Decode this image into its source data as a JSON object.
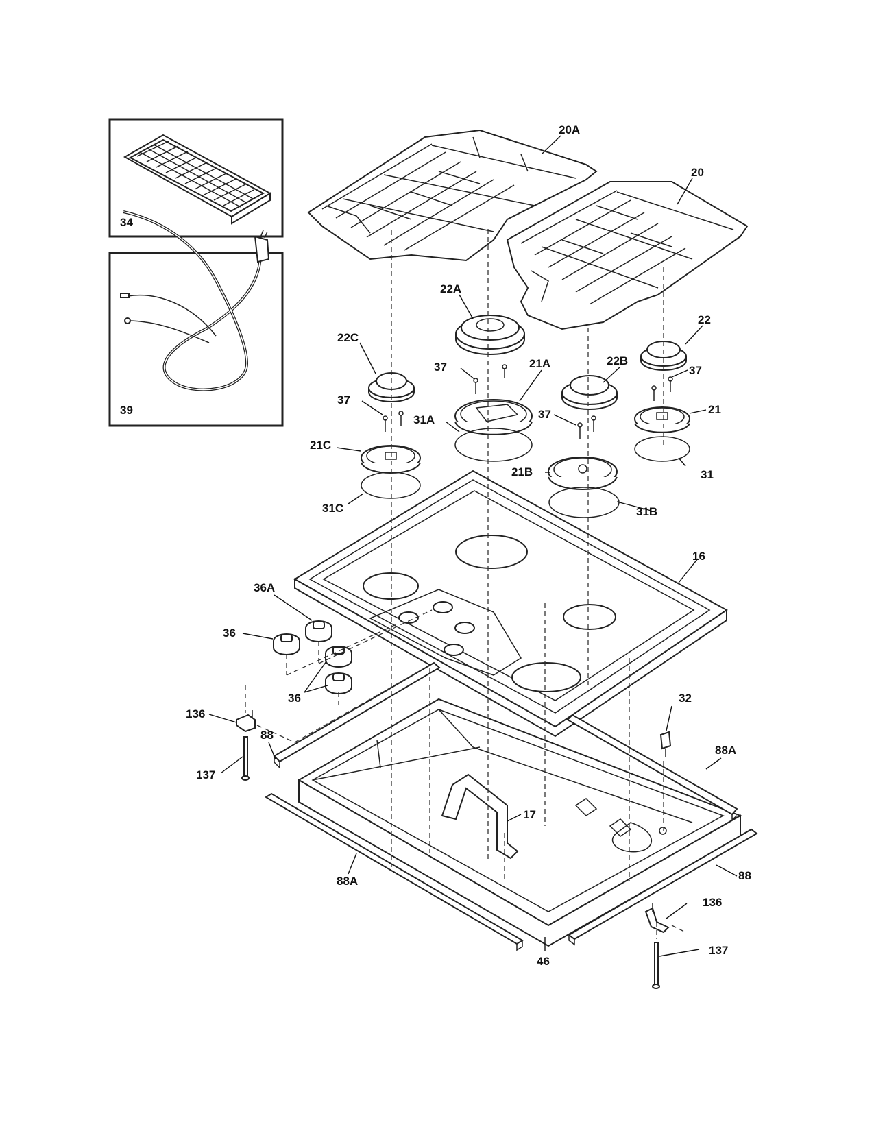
{
  "labels": {
    "l34": "34",
    "l39": "39",
    "l20A": "20A",
    "l20": "20",
    "l22A": "22A",
    "l22C": "22C",
    "l22B": "22B",
    "l22": "22",
    "l37a": "37",
    "l37b": "37",
    "l37c": "37",
    "l37d": "37",
    "l21A": "21A",
    "l21C": "21C",
    "l21B": "21B",
    "l21": "21",
    "l31A": "31A",
    "l31C": "31C",
    "l31B": "31B",
    "l31": "31",
    "l16": "16",
    "l36A": "36A",
    "l36a": "36",
    "l36b": "36",
    "l32": "32",
    "l136a": "136",
    "l136b": "136",
    "l137a": "137",
    "l137b": "137",
    "l88a": "88",
    "l88b": "88",
    "l88Aa": "88A",
    "l88Ab": "88A",
    "l17": "17",
    "l46": "46"
  }
}
